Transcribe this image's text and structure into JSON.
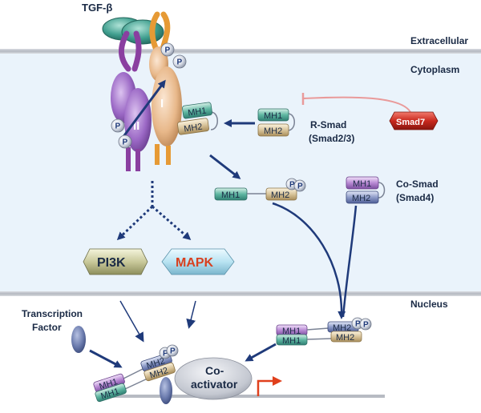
{
  "compartments": {
    "extracellular": "Extracellular",
    "cytoplasm": "Cytoplasm",
    "nucleus": "Nucleus"
  },
  "ligand": {
    "label": "TGF-β"
  },
  "receptors": {
    "type_ii": "II",
    "type_i": "I"
  },
  "phospho_label": "P",
  "domains": {
    "mh1": "MH1",
    "mh2": "MH2"
  },
  "r_smad": {
    "line1": "R-Smad",
    "line2": "(Smad2/3)"
  },
  "co_smad": {
    "line1": "Co-Smad",
    "line2": "(Smad4)"
  },
  "smad7": {
    "label": "Smad7"
  },
  "kinases": {
    "pi3k": "PI3K",
    "mapk": "MAPK"
  },
  "transcription_factor": {
    "line1": "Transcription",
    "line2": "Factor"
  },
  "coactivator": {
    "line1": "Co-",
    "line2": "activator"
  },
  "colors": {
    "navy": "#1f3a7a",
    "cytoplasm": "#eaf3fb",
    "membrane": "#c9ccd2",
    "smad7": "#c8291e",
    "inhibition": "#e99a9a",
    "mapk_text": "#d8401f",
    "transcription_arrow": "#e0401c",
    "receptor_ii": "#9b68c5",
    "receptor_i": "#e8b88a",
    "ligand": "#3f9e8e",
    "mh1": "#5fb7a2",
    "mh2": "#d9c59c",
    "co_mh1": "#b98ad4",
    "co_mh2": "#8e9cc9"
  }
}
